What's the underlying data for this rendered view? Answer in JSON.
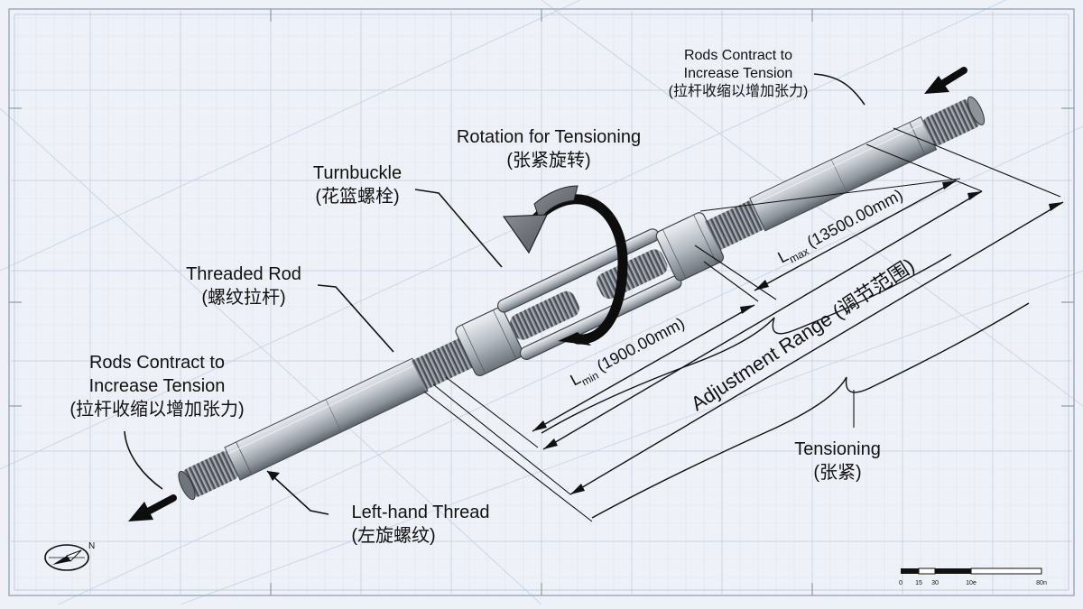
{
  "labels": {
    "rods_contract_top": [
      "Rods Contract to",
      "Increase Tension",
      "(拉杆收缩以增加张力)"
    ],
    "rods_contract_left": [
      "Rods Contract to",
      "Increase Tension",
      "(拉杆收缩以增加张力)"
    ],
    "rotation": [
      "Rotation for Tensioning",
      "(张紧旋转)"
    ],
    "turnbuckle": [
      "Turnbuckle",
      "(花篮螺栓)"
    ],
    "threaded_rod": [
      "Threaded Rod",
      "(螺纹拉杆)"
    ],
    "left_hand_thread": [
      "Left-hand Thread",
      "(左旋螺纹)"
    ],
    "tensioning": [
      "Tensioning",
      "(张紧)"
    ]
  },
  "dimensions": {
    "lmax": {
      "symbol": "L",
      "sub": "max",
      "value": "(13500.00mm)"
    },
    "lmin": {
      "symbol": "L",
      "sub": "min",
      "value": "(1900.00mm)"
    },
    "adjustment_range": "Adjustment Range (调节范围)"
  },
  "compass": {
    "north": "N"
  },
  "scale_bar": {
    "ticks": [
      "0",
      "15",
      "30",
      "10e",
      "80n"
    ]
  },
  "colors": {
    "background": "#eef2f8",
    "grid": "#c9d3e3",
    "ink": "#111111",
    "metal": "#9aa1ab",
    "rotation_arrow": "#6b6f75"
  }
}
